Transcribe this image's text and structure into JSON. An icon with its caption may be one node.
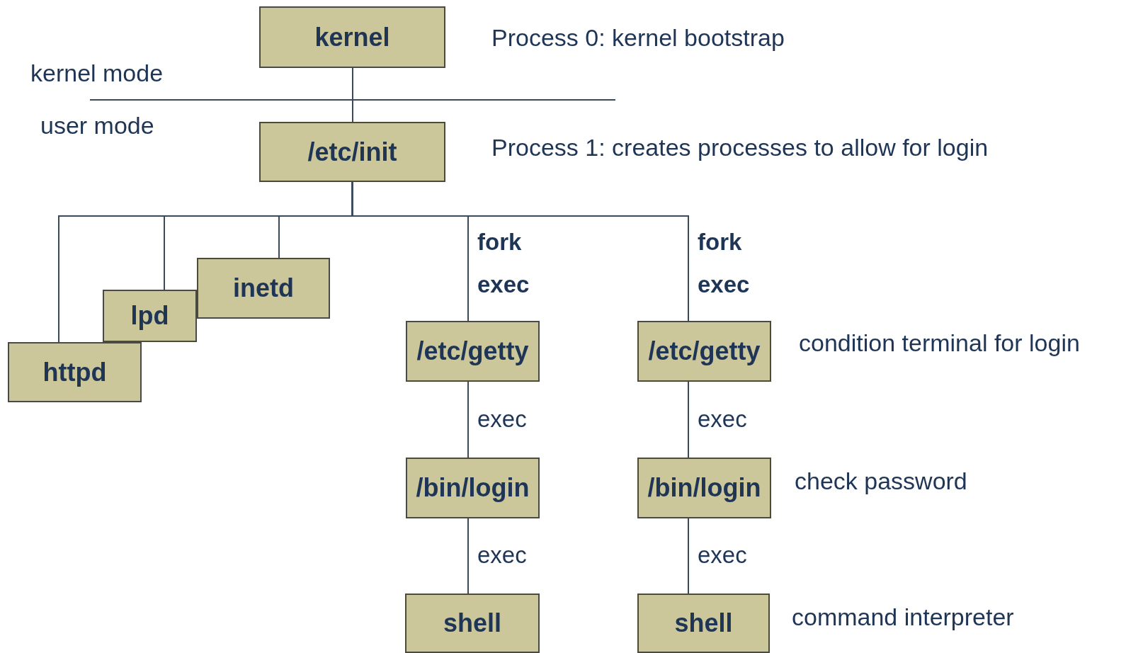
{
  "diagram": {
    "nodes": [
      {
        "text": [
          "kernel"
        ],
        "beside": [
          "Process 0: kernel bootstrap"
        ]
      },
      {
        "text": [
          "/etc/init"
        ],
        "beside": [
          "Process 1: creates processes to allow for login"
        ]
      },
      {
        "text": [
          "inetd"
        ]
      },
      {
        "text": [
          "lpd"
        ]
      },
      {
        "text": [
          "httpd"
        ]
      },
      {
        "text": [
          "/etc/getty"
        ]
      },
      {
        "text": [
          "/etc/getty"
        ],
        "beside": [
          "condition terminal for login"
        ]
      },
      {
        "text": [
          "/bin/login"
        ]
      },
      {
        "text": [
          "/bin/login"
        ],
        "beside": [
          "check password"
        ]
      },
      {
        "text": [
          "shell"
        ]
      },
      {
        "text": [
          "shell"
        ],
        "beside": [
          "command interpreter"
        ]
      }
    ],
    "edges": [
      {
        "from": 0,
        "to": 1,
        "arrow": "none"
      },
      {
        "from": 1,
        "to": 4,
        "arrow": "none"
      },
      {
        "from": 1,
        "to": 3,
        "arrow": "none"
      },
      {
        "from": 1,
        "to": 2,
        "arrow": "none"
      },
      {
        "from": 1,
        "to": 5,
        "arrow": "none",
        "label": "fork exec"
      },
      {
        "from": 1,
        "to": 6,
        "arrow": "none",
        "label": "fork exec"
      },
      {
        "from": 5,
        "to": 7,
        "arrow": "none",
        "label": "exec"
      },
      {
        "from": 6,
        "to": 8,
        "arrow": "none",
        "label": "exec"
      },
      {
        "from": 7,
        "to": 9,
        "arrow": "none",
        "label": "exec"
      },
      {
        "from": 8,
        "to": 10,
        "arrow": "none",
        "label": "exec"
      }
    ],
    "labels": [
      "kernel mode",
      "user mode"
    ]
  }
}
